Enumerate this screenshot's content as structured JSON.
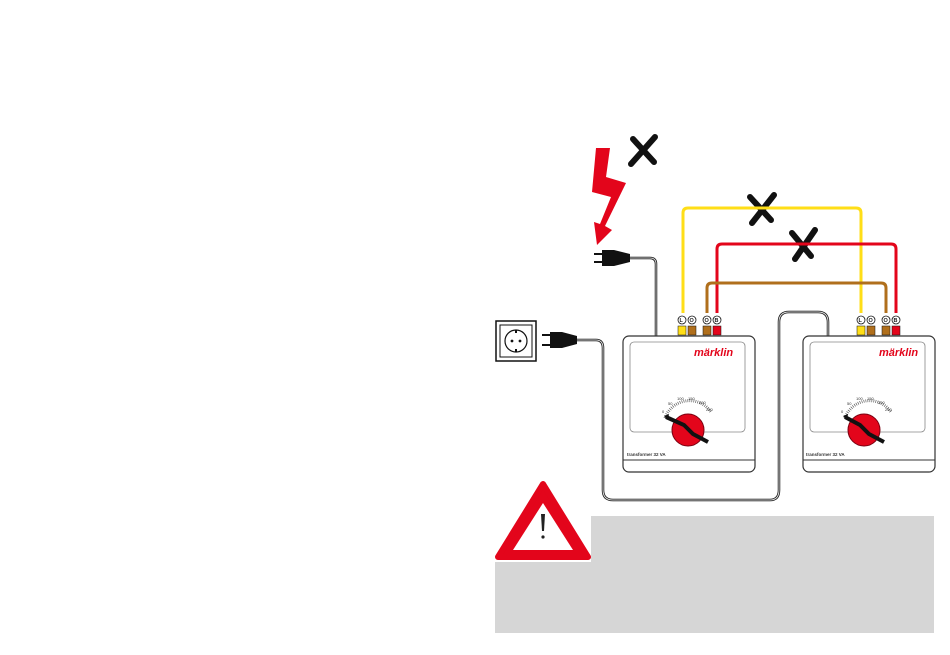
{
  "transformers": [
    {
      "brand": "märklin",
      "model_label": "transformer 32 VA",
      "scale_labels": [
        "0",
        "50",
        "100",
        "150",
        "200",
        "250"
      ],
      "terminal_labels": [
        "L",
        "O",
        "O",
        "B"
      ]
    },
    {
      "brand": "märklin",
      "model_label": "transformer 32 VA",
      "scale_labels": [
        "0",
        "50",
        "100",
        "150",
        "200",
        "250"
      ],
      "terminal_labels": [
        "L",
        "O",
        "O",
        "B"
      ]
    }
  ],
  "colors": {
    "yellow_wire": "#ffde17",
    "red_wire": "#e3051b",
    "brown_wire": "#b06f1c",
    "cable_gray": "#888888",
    "warning_red": "#e3051b",
    "info_box": "#d6d6d6"
  },
  "icons": [
    "lightning-icon",
    "cross-mark-icon",
    "warning-triangle-icon",
    "power-outlet-icon",
    "plug-icon"
  ]
}
